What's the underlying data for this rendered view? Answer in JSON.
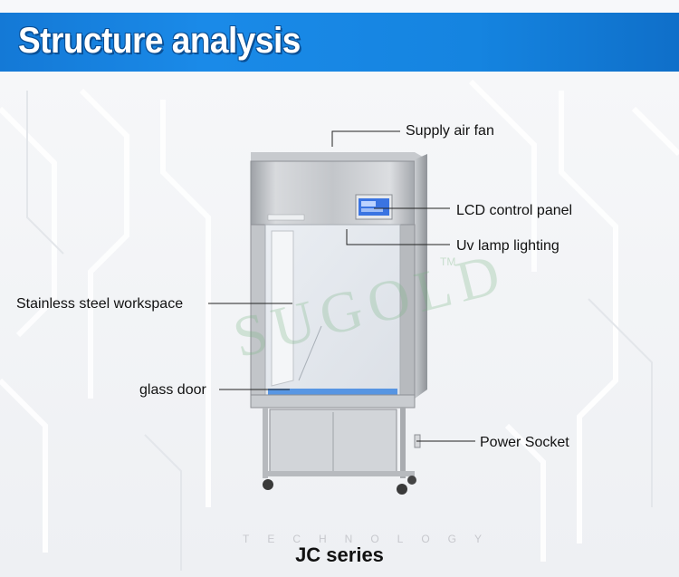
{
  "header": {
    "title": "Structure analysis"
  },
  "labels": {
    "supply_air_fan": "Supply air fan",
    "lcd_control_panel": "LCD control panel",
    "uv_lamp_lighting": "Uv lamp lighting",
    "stainless_steel_workspace": "Stainless steel workspace",
    "glass_door": "glass door",
    "power_socket": "Power Socket"
  },
  "product": {
    "series": "JC series"
  },
  "watermark": {
    "brand": "SUGOLD",
    "tm": "TM",
    "tagline": "TECHNOLOGY"
  },
  "colors": {
    "header_blue": "#1584e0",
    "steel": "#b9bcc0",
    "lcd_blue": "#2f6fe0",
    "accent_line": "#2a7be0"
  }
}
